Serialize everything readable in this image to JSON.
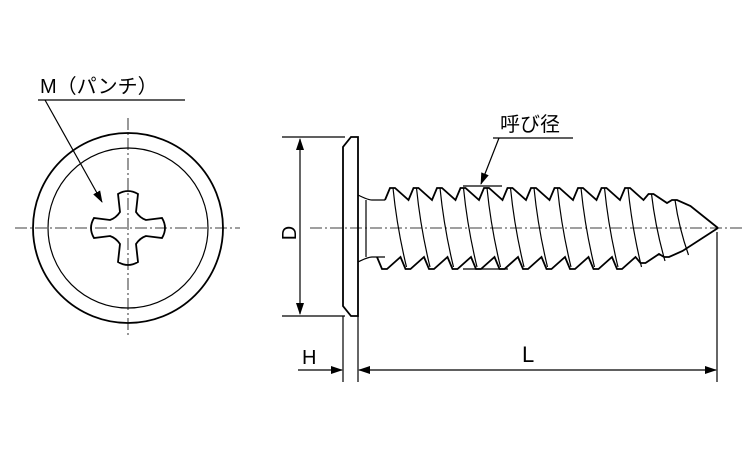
{
  "title": "Phillips wafer-head tapping screw dimension drawing",
  "labels": {
    "recess": "M（パンチ）",
    "nominal_diameter": "呼び径",
    "head_diameter": "D",
    "head_height": "H",
    "length": "L"
  }
}
